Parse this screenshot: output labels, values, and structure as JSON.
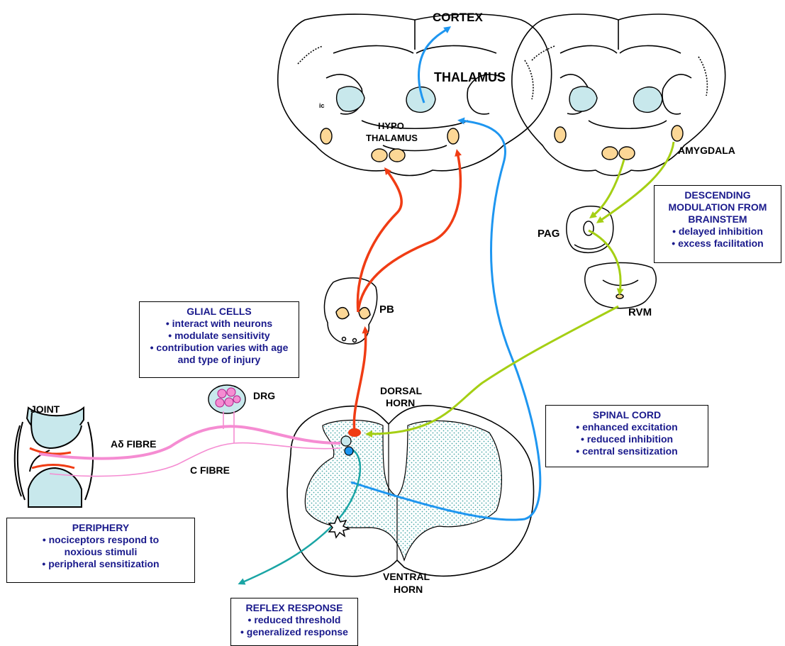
{
  "labels": {
    "cortex": "CORTEX",
    "thalamus": "THALAMUS",
    "hypo_line1": "HYPO",
    "hypo_line2": "THALAMUS",
    "ic": "ic",
    "amygdala": "AMYGDALA",
    "pag": "PAG",
    "rvm": "RVM",
    "pb": "PB",
    "drg": "DRG",
    "joint": "JOINT",
    "a_delta_fibre": "Aδ FIBRE",
    "c_fibre": "C FIBRE",
    "dorsal_horn_line1": "DORSAL",
    "dorsal_horn_line2": "HORN",
    "ventral_horn_line1": "VENTRAL",
    "ventral_horn_line2": "HORN"
  },
  "boxes": {
    "glial": {
      "title": "GLIAL CELLS",
      "items": [
        "• interact with neurons",
        "• modulate sensitivity",
        "• contribution varies with age",
        "and type of injury"
      ]
    },
    "descending": {
      "title_lines": [
        "DESCENDING",
        "MODULATION FROM",
        "BRAINSTEM"
      ],
      "items": [
        "• delayed inhibition",
        "• excess facilitation"
      ]
    },
    "spinal": {
      "title": "SPINAL CORD",
      "items": [
        "• enhanced excitation",
        "• reduced inhibition",
        "• central sensitization"
      ]
    },
    "periphery": {
      "title": "PERIPHERY",
      "items": [
        "• nociceptors respond to",
        "noxious stimuli",
        "• peripheral sensitization"
      ]
    },
    "reflex": {
      "title": "REFLEX RESPONSE",
      "items": [
        "• reduced threshold",
        "• generalized response"
      ]
    }
  },
  "colors": {
    "ascending_red": "#f03c14",
    "thalamic_blue": "#1e96f0",
    "descending_green": "#a5cf14",
    "fibre_pink": "#f58cd2",
    "reflex_teal": "#1aa5a5",
    "nucleus_fill": "#c8e8ec",
    "amygdala_fill": "#fcd796",
    "box_text": "#1a1a8c"
  }
}
